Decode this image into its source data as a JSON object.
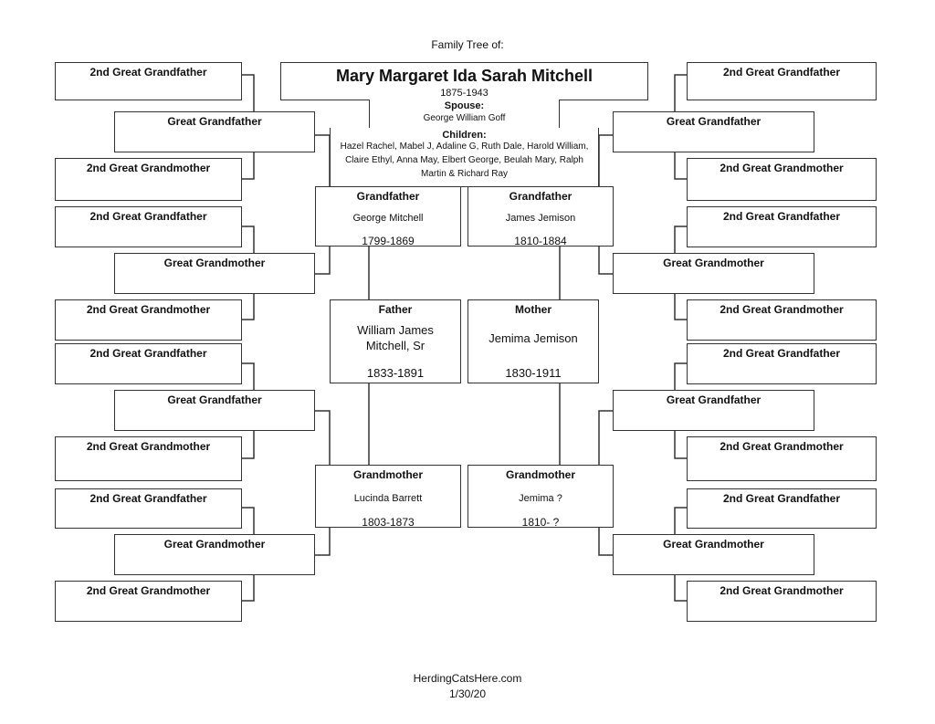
{
  "title": "Family Tree of:",
  "subject": {
    "name": "Mary Margaret Ida Sarah Mitchell",
    "dates": "1875-1943",
    "spouse_label": "Spouse:",
    "spouse": "George William Goff",
    "children_label": "Children:",
    "children": "Hazel Rachel, Mabel J, Adaline G, Ruth Dale, Harold William, Claire Ethyl, Anna May, Elbert George, Beulah Mary, Ralph Martin & Richard Ray"
  },
  "father": {
    "label": "Father",
    "name": "William James Mitchell, Sr",
    "dates": "1833-1891"
  },
  "mother": {
    "label": "Mother",
    "name": "Jemima Jemison",
    "dates": "1830-1911"
  },
  "paternal_grandfather": {
    "label": "Grandfather",
    "name": "George Mitchell",
    "dates": "1799-1869"
  },
  "maternal_grandfather": {
    "label": "Grandfather",
    "name": "James Jemison",
    "dates": "1810-1884"
  },
  "paternal_grandmother": {
    "label": "Grandmother",
    "name": "Lucinda Barrett",
    "dates": "1803-1873"
  },
  "maternal_grandmother": {
    "label": "Grandmother",
    "name": "Jemima ?",
    "dates": "1810- ?"
  },
  "labels": {
    "great_grandfather": "Great Grandfather",
    "great_grandmother": "Great Grandmother",
    "second_great_grandfather": "2nd Great Grandfather",
    "second_great_grandmother": "2nd Great Grandmother"
  },
  "footer": {
    "site": "HerdingCatsHere.com",
    "date": "1/30/20"
  }
}
